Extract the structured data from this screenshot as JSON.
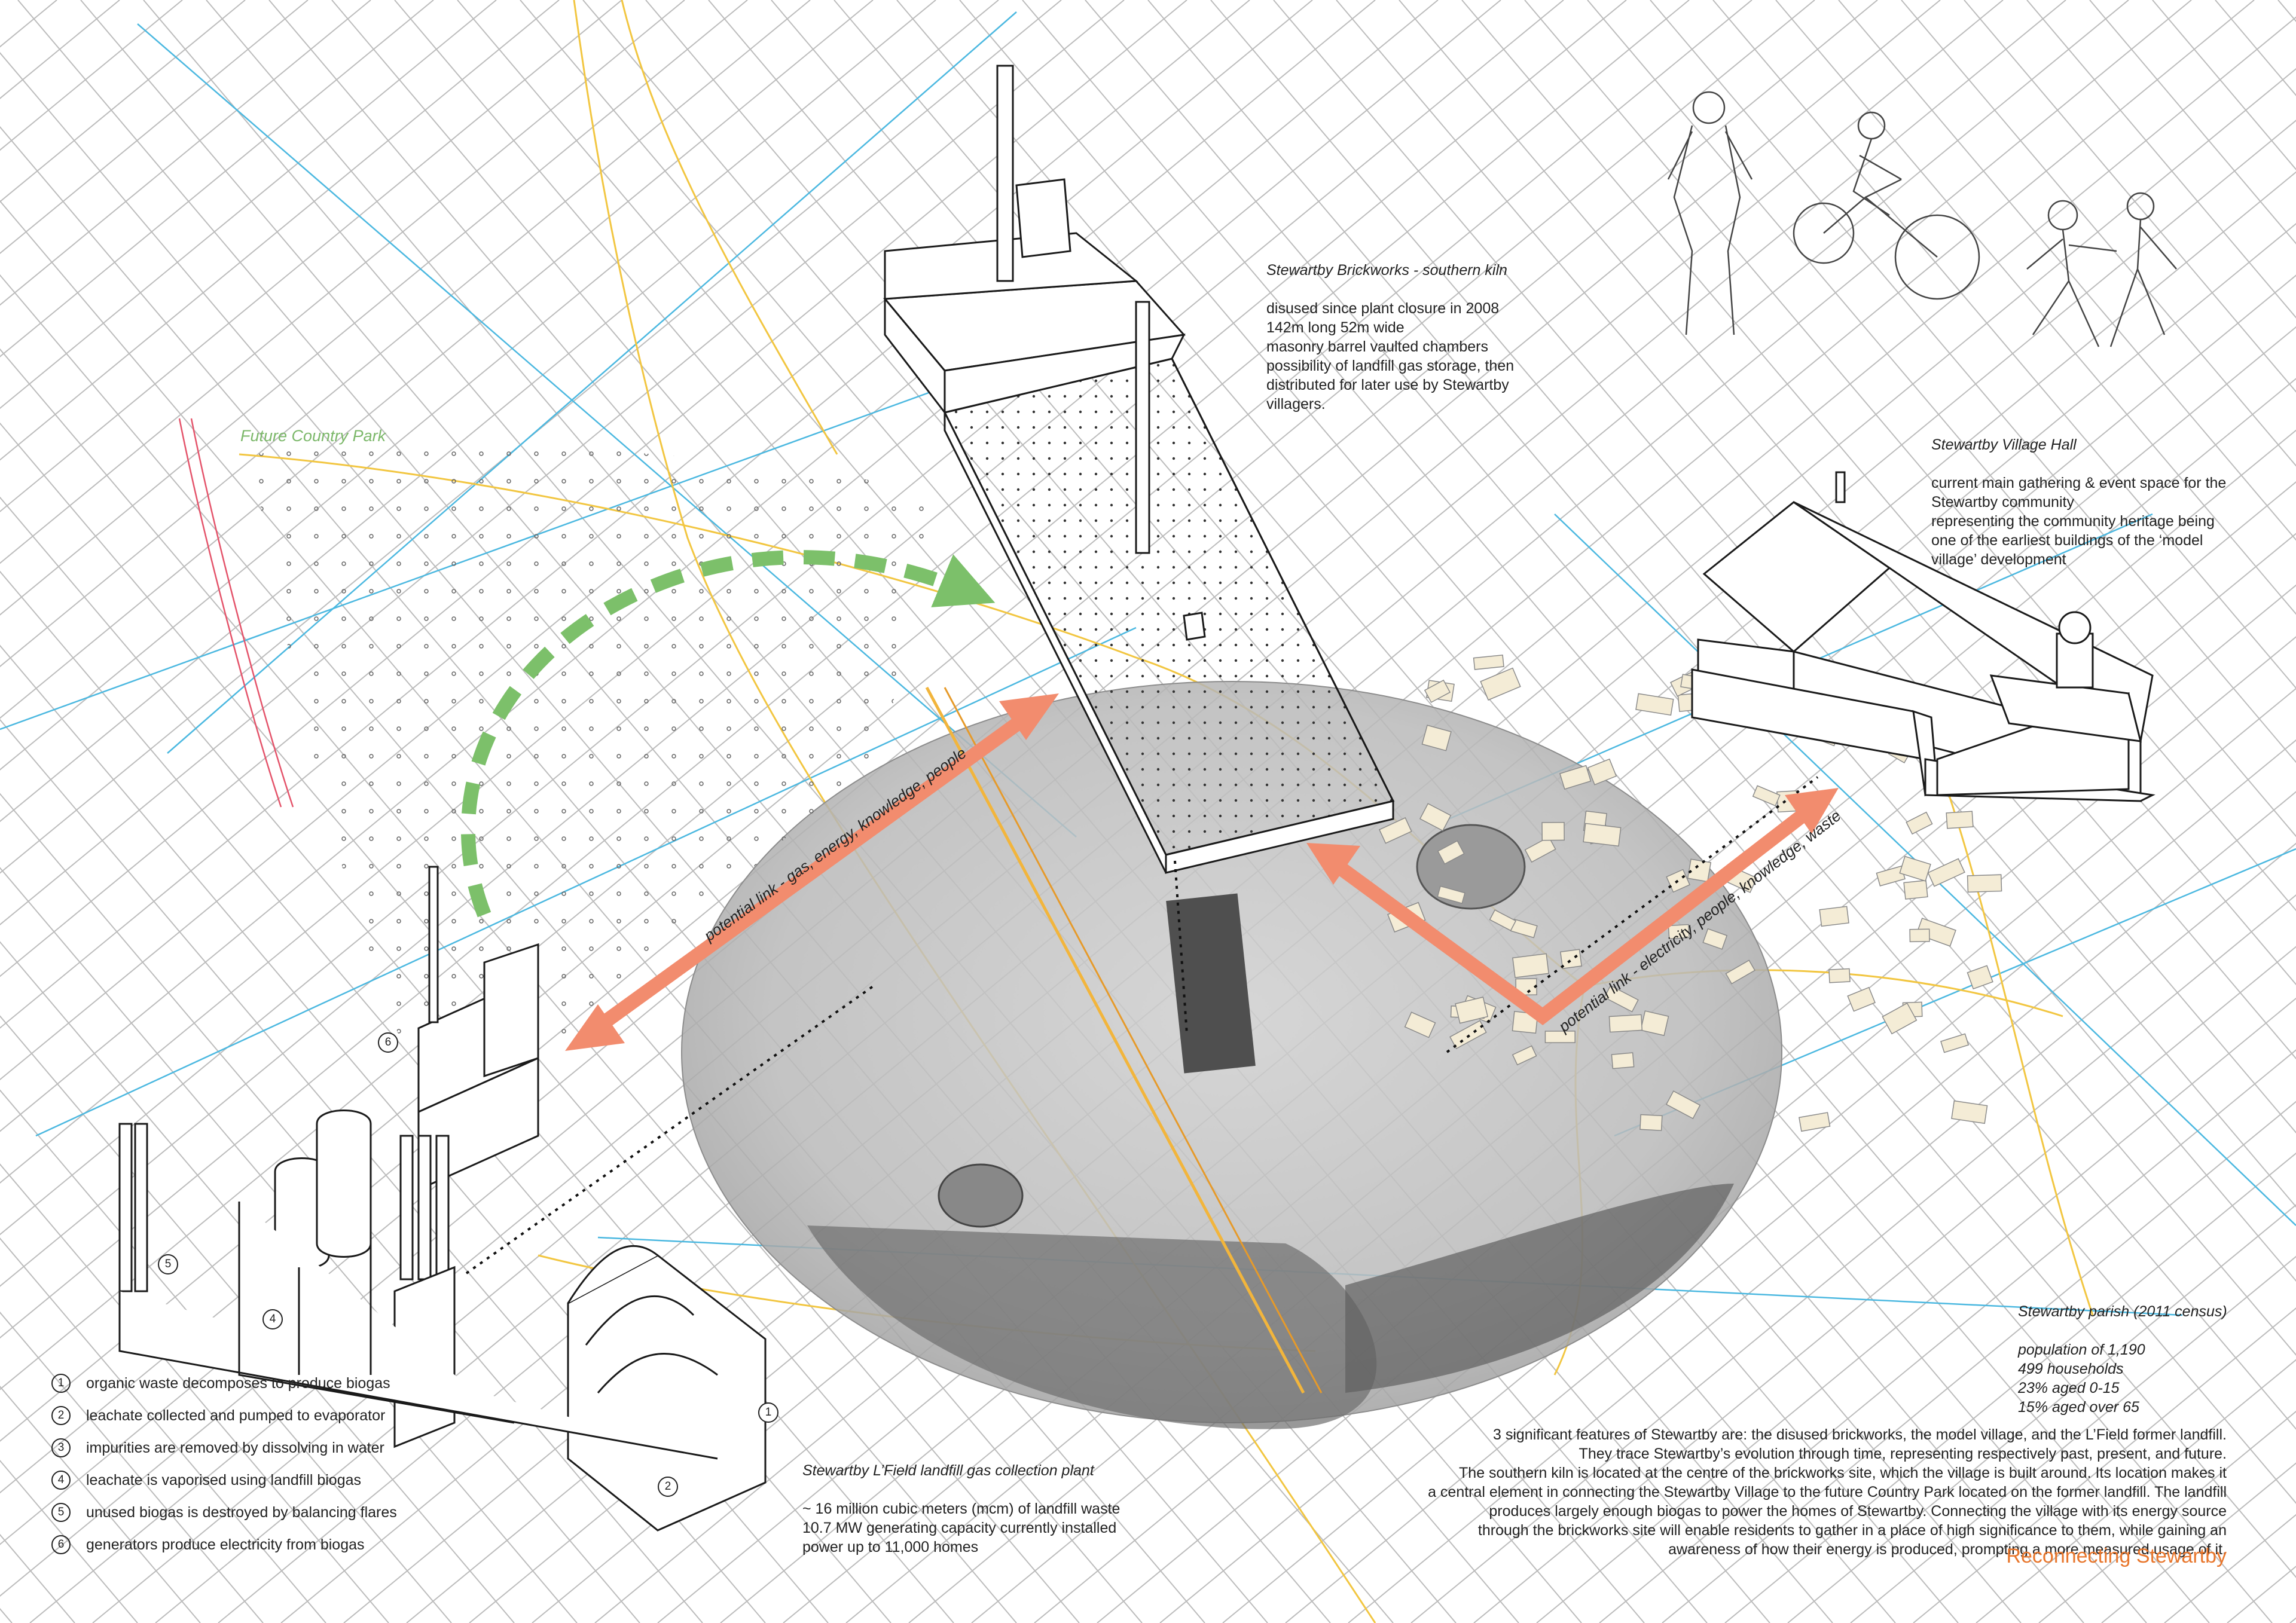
{
  "labels": {
    "future_country_park": "Future Country Park",
    "link_left": "potential link - gas, energy, knowledge, people",
    "link_right": "potential link - electricity, people, knowledge, waste"
  },
  "kiln": {
    "title": "Stewartby Brickworks - southern kiln",
    "lines": [
      "disused since plant closure in 2008",
      "142m long 52m wide",
      "masonry barrel vaulted chambers",
      "possibility of landfill gas storage, then",
      "distributed for later use by Stewartby",
      "villagers."
    ]
  },
  "hall": {
    "title": "Stewartby Village Hall",
    "lines": [
      "current main gathering & event space for the",
      "Stewartby community",
      "representing the community heritage being",
      "one of the earliest buildings of the ‘model",
      "village’ development"
    ]
  },
  "parish": {
    "title": "Stewartby parish (2011 census)",
    "lines": [
      "population of 1,190",
      "499 households",
      "23% aged 0-15",
      "15% aged over 65"
    ]
  },
  "landfill": {
    "title": "Stewartby L’Field landfill gas collection plant",
    "lines": [
      "~ 16 million cubic meters (mcm) of landfill waste",
      "10.7 MW generating capacity currently installed",
      "power up to 11,000 homes"
    ]
  },
  "summary": {
    "lines": [
      "3 significant features of Stewartby are: the disused brickworks, the model village, and the L’Field former landfill.",
      "They trace Stewartby’s evolution through time, representing respectively past, present, and future.",
      "The southern kiln is located at the centre of the brickworks site, which the village is built around. Its location makes it",
      "a central element in connecting the Stewartby Village to the future Country Park located on the former landfill. The landfill",
      "produces largely enough biogas to power the homes of Stewartby. Connecting the village with its energy source",
      "through the brickworks site will enable residents to gather in a place of high significance to them, while gaining an",
      "awareness of how their energy is produced, prompting a more measured usage of it."
    ]
  },
  "legend": [
    {
      "num": "1",
      "text": "organic waste decomposes to produce biogas"
    },
    {
      "num": "2",
      "text": "leachate collected and pumped to evaporator"
    },
    {
      "num": "3",
      "text": "impurities are removed by dissolving in water"
    },
    {
      "num": "4",
      "text": "leachate is vaporised using landfill biogas"
    },
    {
      "num": "5",
      "text": "unused biogas is destroyed by balancing flares"
    },
    {
      "num": "6",
      "text": "generators produce electricity from biogas"
    }
  ],
  "plant_markers": [
    "1",
    "2",
    "4",
    "5",
    "6"
  ],
  "footer": {
    "title": "Reconnecting Stewartby"
  },
  "colors": {
    "accent_orange": "#f28c6e",
    "accent_green": "#7cc06a",
    "grid": "#b8b8b8",
    "map_blue": "#4bb8e0",
    "road_yellow": "#f2c641",
    "footer_orange": "#e8762c"
  }
}
